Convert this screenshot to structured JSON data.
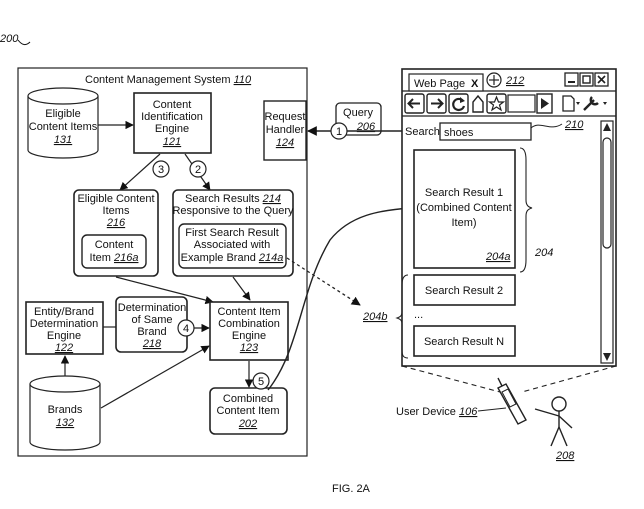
{
  "figure": {
    "ref_number": "200",
    "caption": "FIG. 2A"
  },
  "cms": {
    "title": "Content Management System",
    "ref": "110",
    "eligible_items_db": {
      "label_line1": "Eligible",
      "label_line2": "Content Items",
      "ref": "131"
    },
    "identification_engine": {
      "line1": "Content",
      "line2": "Identification",
      "line3": "Engine",
      "ref": "121"
    },
    "eligible_items_box": {
      "line1": "Eligible Content",
      "line2": "Items",
      "ref": "216"
    },
    "content_item": {
      "line1": "Content",
      "line2": "Item",
      "ref": "216a"
    },
    "search_results_box": {
      "line1": "Search Results",
      "ref1": "214",
      "line2": "Responsive to the Query"
    },
    "first_result": {
      "line1": "First Search Result",
      "line2": "Associated with",
      "line3": "Example Brand",
      "ref": "214a"
    },
    "brand_engine": {
      "line1": "Entity/Brand",
      "line2": "Determination",
      "line3": "Engine",
      "ref": "122"
    },
    "same_brand": {
      "line1": "Determination",
      "line2": "of Same",
      "line3": "Brand",
      "ref": "218"
    },
    "combination_engine": {
      "line1": "Content Item",
      "line2": "Combination",
      "line3": "Engine",
      "ref": "123"
    },
    "brands_db": {
      "label": "Brands",
      "ref": "132"
    },
    "combined_item": {
      "line1": "Combined",
      "line2": "Content Item",
      "ref": "202"
    }
  },
  "request_handler": {
    "line1": "Request",
    "line2": "Handler",
    "ref": "124"
  },
  "query_label": {
    "line1": "Query",
    "ref": "206"
  },
  "steps": [
    "1",
    "2",
    "3",
    "4",
    "5"
  ],
  "browser": {
    "tab_label": "Web Page",
    "tab_close": "X",
    "new_tab_ref": "212",
    "search_label": "Search",
    "search_value": "shoes",
    "search_ref": "210",
    "result1": {
      "line1": "Search Result 1",
      "line2": "(Combined Content",
      "line3": "Item)",
      "ref": "204a"
    },
    "result2": "Search Result 2",
    "ellipsis": "...",
    "resultN": "Search Result N",
    "results_ref": "204",
    "results_b_ref": "204b"
  },
  "user_device": {
    "label": "User Device",
    "ref": "106"
  },
  "user_ref": "208"
}
